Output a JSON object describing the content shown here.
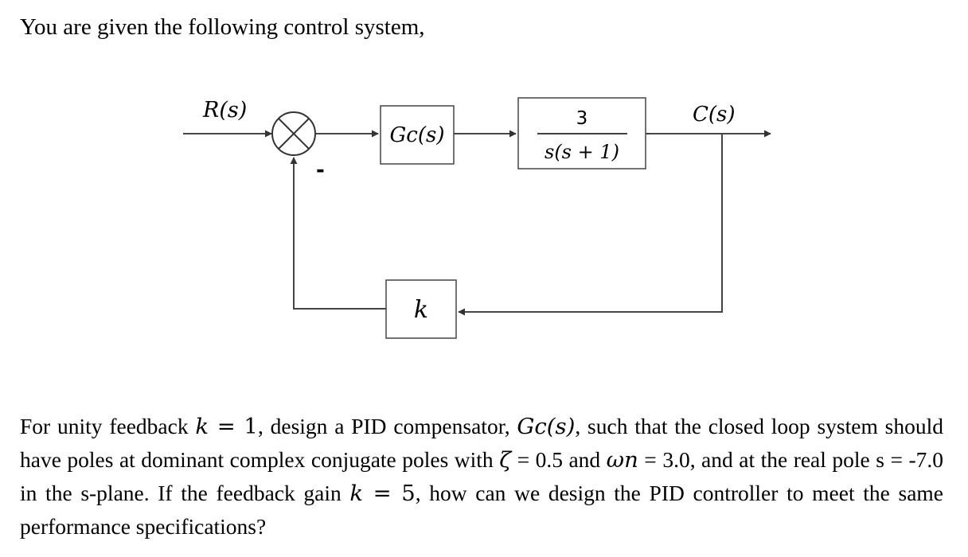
{
  "intro": "You are given the following control system,",
  "diagram": {
    "input_label": "R(s)",
    "output_label": "C(s)",
    "minus_sign": "-",
    "controller_label": "Gc(s)",
    "plant_numerator": "3",
    "plant_denominator": "s(s + 1)",
    "feedback_label": "k"
  },
  "question": {
    "p1": "For unity feedback ",
    "k_sym": "k",
    "eq1": " = 1",
    "p2": ", design a PID compensator, ",
    "gc": "Gc(s)",
    "p3": ", such that the closed loop system should have poles at dominant complex conjugate poles with ",
    "zeta": "ζ",
    "p4": " = 0.5 and ",
    "wn": "ωn",
    "p5": " = 3.0, and at the real pole s = -7.0 in the s-plane. If the feedback gain ",
    "k_sym2": "k",
    "eq2": " = 5",
    "p6": ", how can we design the PID controller to meet the same performance specifications?"
  }
}
